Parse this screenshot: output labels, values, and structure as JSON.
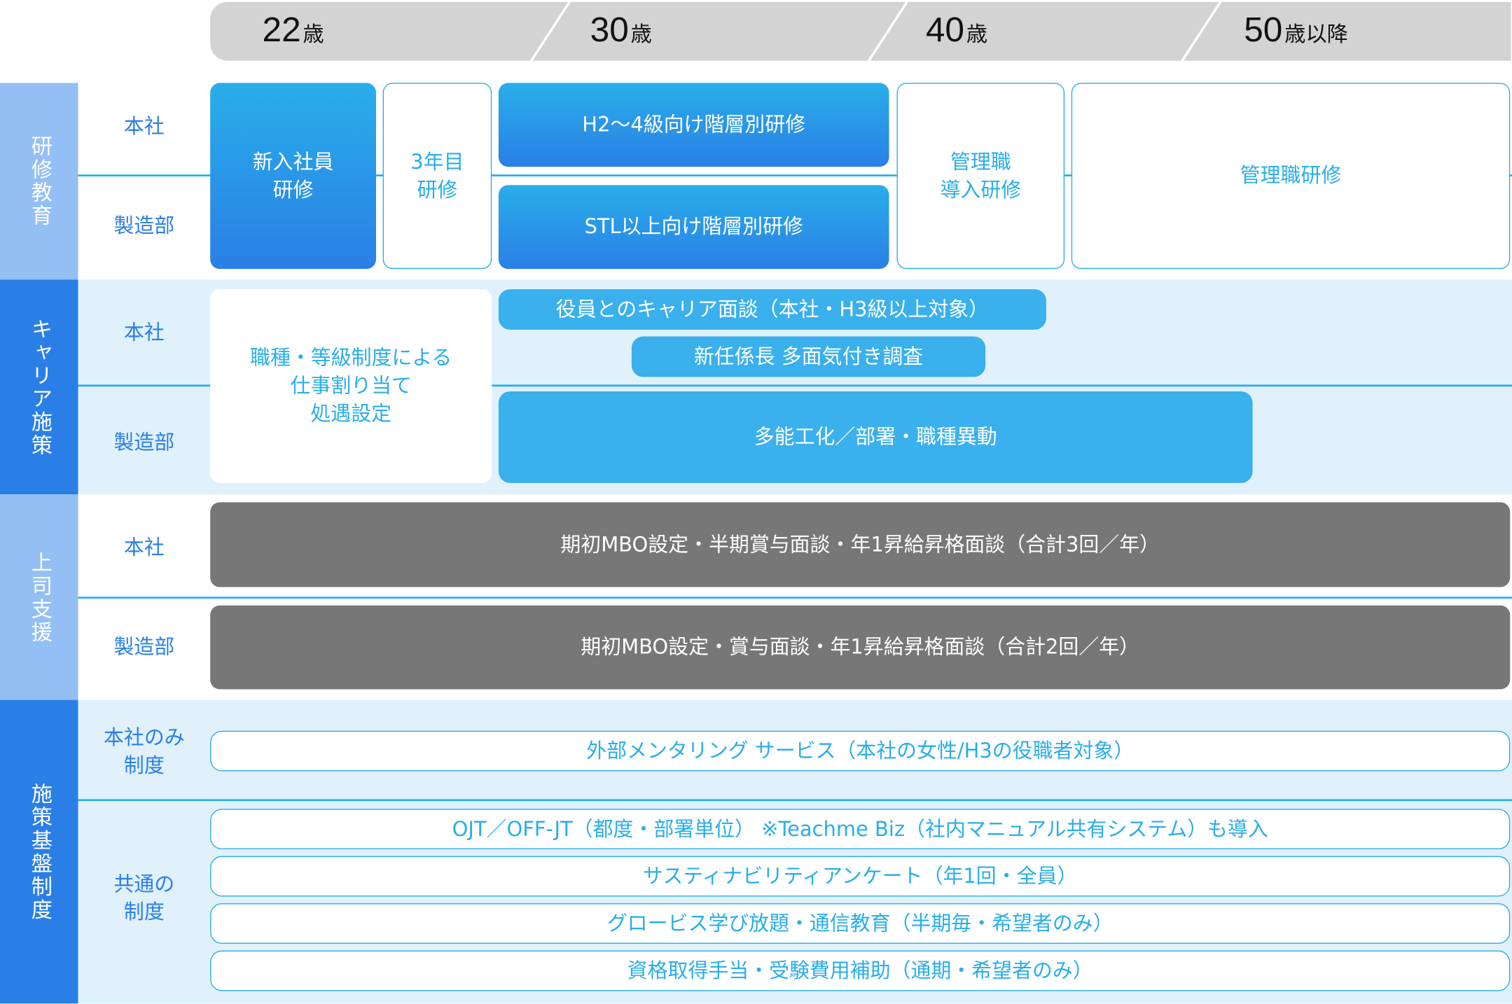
{
  "header": {
    "ages": [
      {
        "num": "22",
        "unit": "歳"
      },
      {
        "num": "30",
        "unit": "歳"
      },
      {
        "num": "40",
        "unit": "歳"
      },
      {
        "num": "50",
        "unit": "歳以降"
      }
    ]
  },
  "sections": {
    "training": {
      "label": "研修教育",
      "rows": [
        "本社",
        "製造部"
      ],
      "items": {
        "new_hire": [
          "新入社員",
          "研修"
        ],
        "third_year": [
          "3年目",
          "研修"
        ],
        "h2": "H2〜4級向け階層別研修",
        "stl": "STL以上向け階層別研修",
        "mgr_intro": [
          "管理職",
          "導入研修"
        ],
        "mgr": "管理職研修"
      }
    },
    "career": {
      "label": "キャリア施策",
      "rows": [
        "本社",
        "製造部"
      ],
      "items": {
        "assignment": [
          "職種・等級制度による",
          "仕事割り当て",
          "処遇設定"
        ],
        "exec_interview": "役員とのキャリア面談（本社・H3級以上対象）",
        "survey": "新任係長 多面気付き調査",
        "rotation": "多能工化／部署・職種異動"
      }
    },
    "boss": {
      "label": "上司支援",
      "rows": [
        "本社",
        "製造部"
      ],
      "items": {
        "hq": "期初MBO設定・半期賞与面談・年1昇給昇格面談（合計3回／年）",
        "mfg": "期初MBO設定・賞与面談・年1昇給昇格面談（合計2回／年）"
      }
    },
    "base": {
      "label": "施策基盤制度",
      "rows": [
        [
          "本社のみ",
          "制度"
        ],
        [
          "共通の",
          "制度"
        ]
      ],
      "items": [
        "外部メンタリング サービス（本社の女性/H3の役職者対象）",
        "OJT／OFF-JT（都度・部署単位） ※Teachme Biz（社内マニュアル共有システム）も導入",
        "サスティナビリティアンケート（年1回・全員）",
        "グロービス学び放題・通信教育（半期毎・希望者のみ）",
        "資格取得手当・受験費用補助（通期・希望者のみ）"
      ]
    }
  }
}
